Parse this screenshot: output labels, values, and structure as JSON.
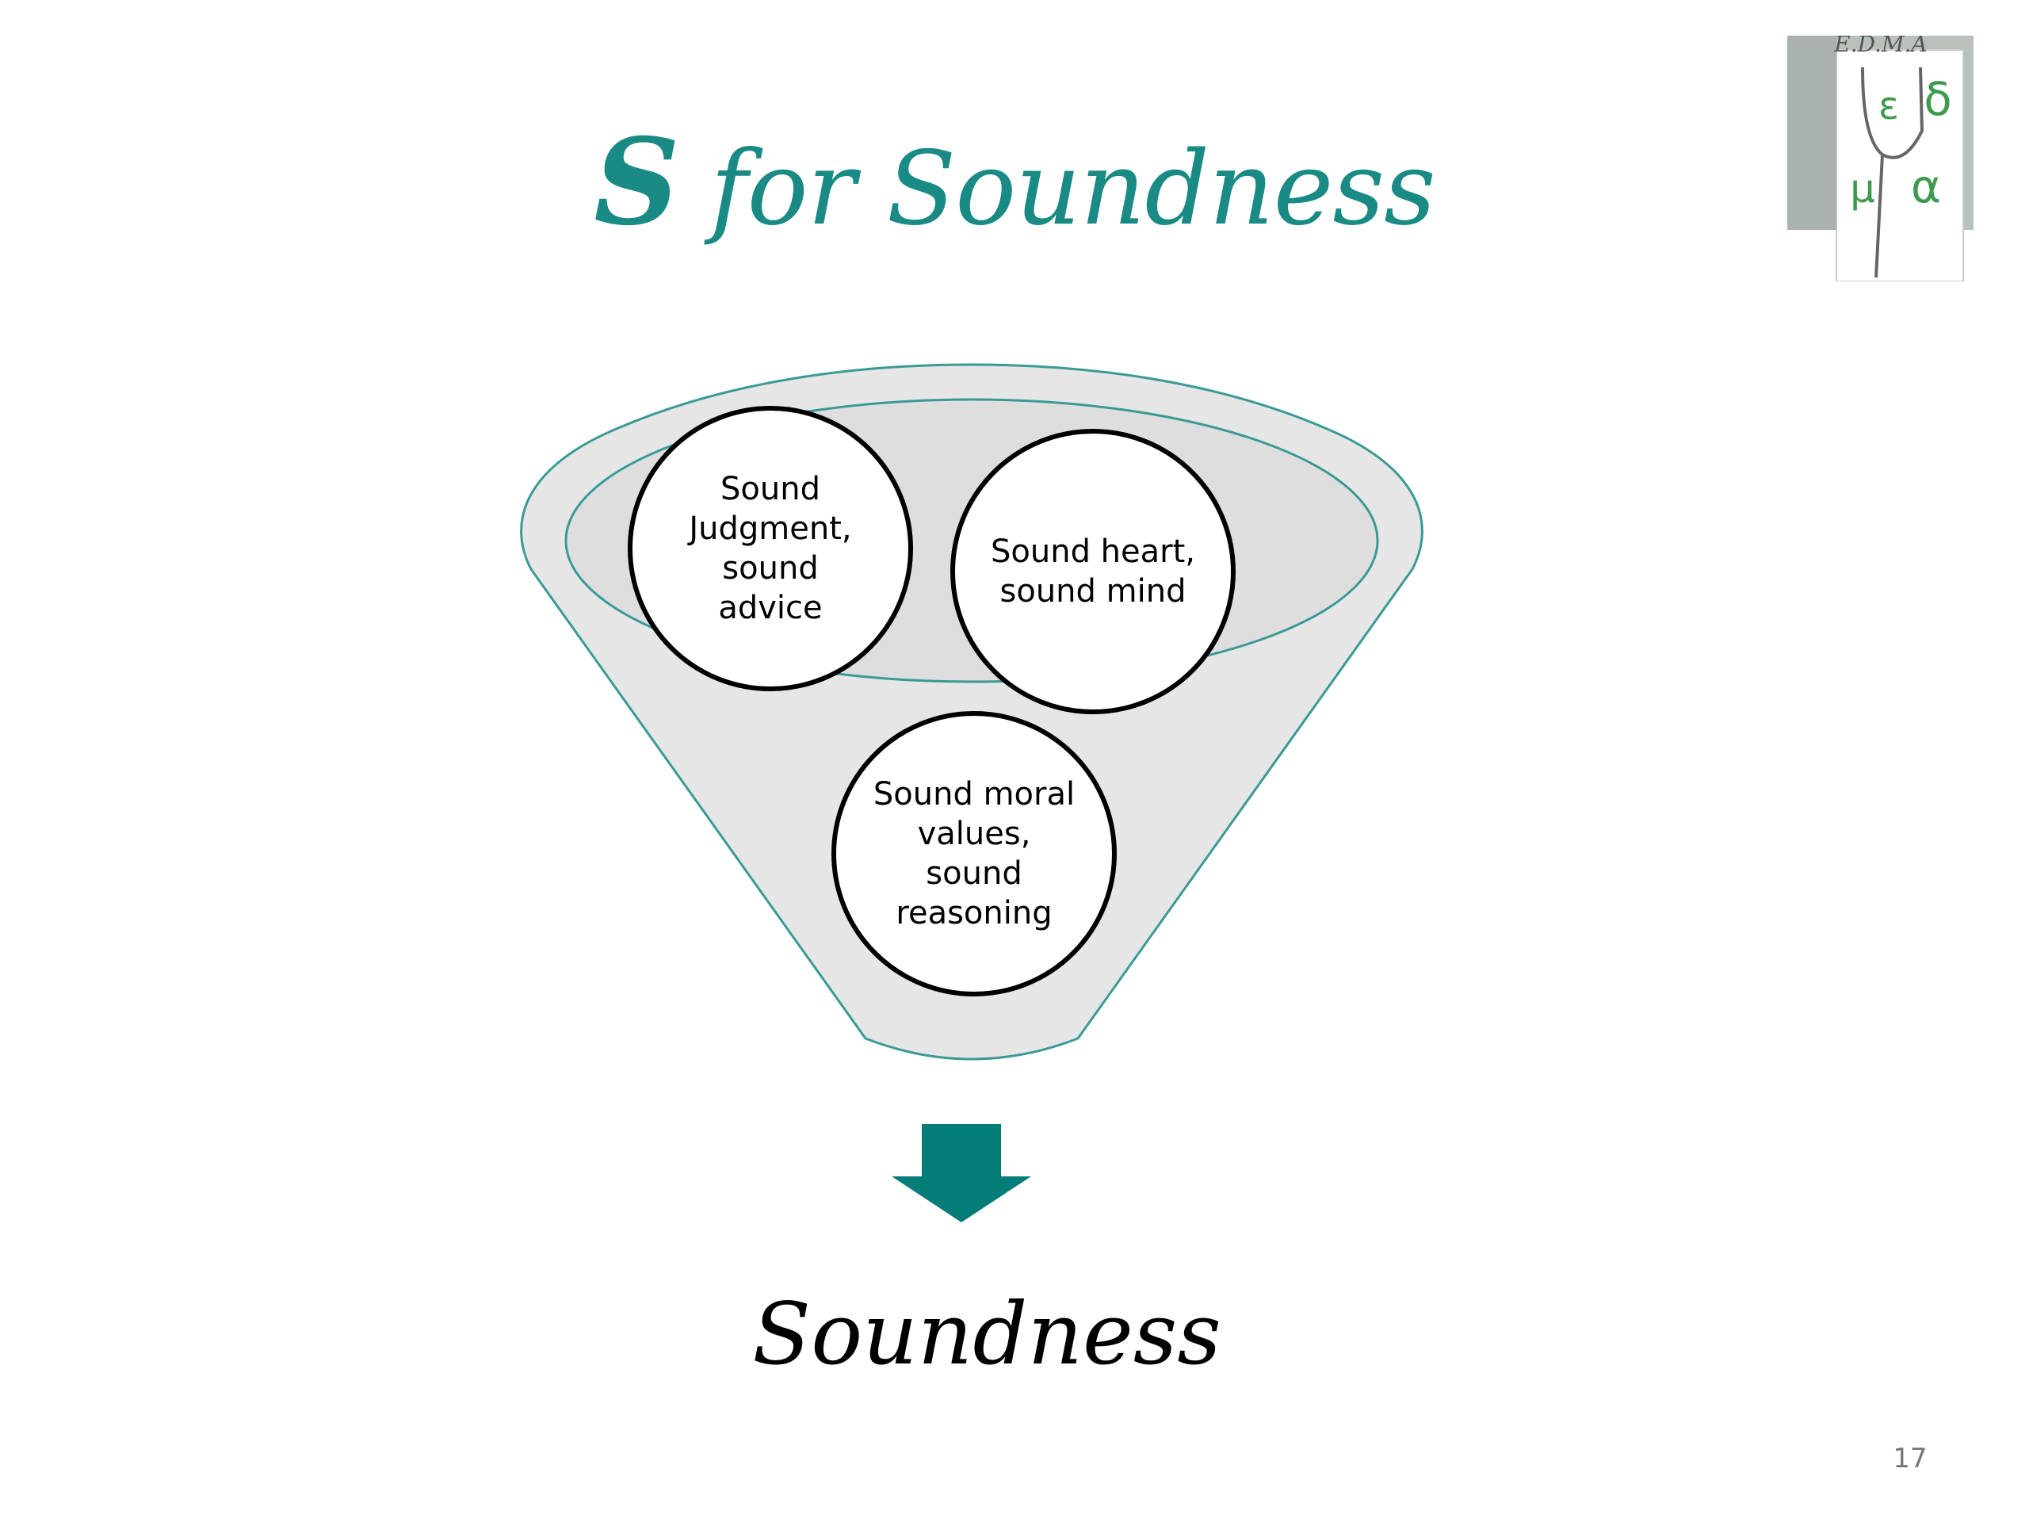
{
  "slide": {
    "title_s": "S",
    "title_rest": " for Soundness",
    "result": "Soundness",
    "page_number": "17"
  },
  "logo": {
    "caption": "E.D.M.A",
    "glyphs": [
      "ε",
      "δ",
      "μ",
      "α"
    ]
  },
  "funnel": {
    "items": [
      "Sound\nJudgment,\nsound\nadvice",
      "Sound heart,\nsound mind",
      "Sound moral\nvalues,\nsound\nreasoning"
    ]
  },
  "colors": {
    "accent": "#1a8a85",
    "arrow": "#047d78",
    "funnel_fill": "#e6e6e6",
    "funnel_stroke": "#3a9a95"
  }
}
